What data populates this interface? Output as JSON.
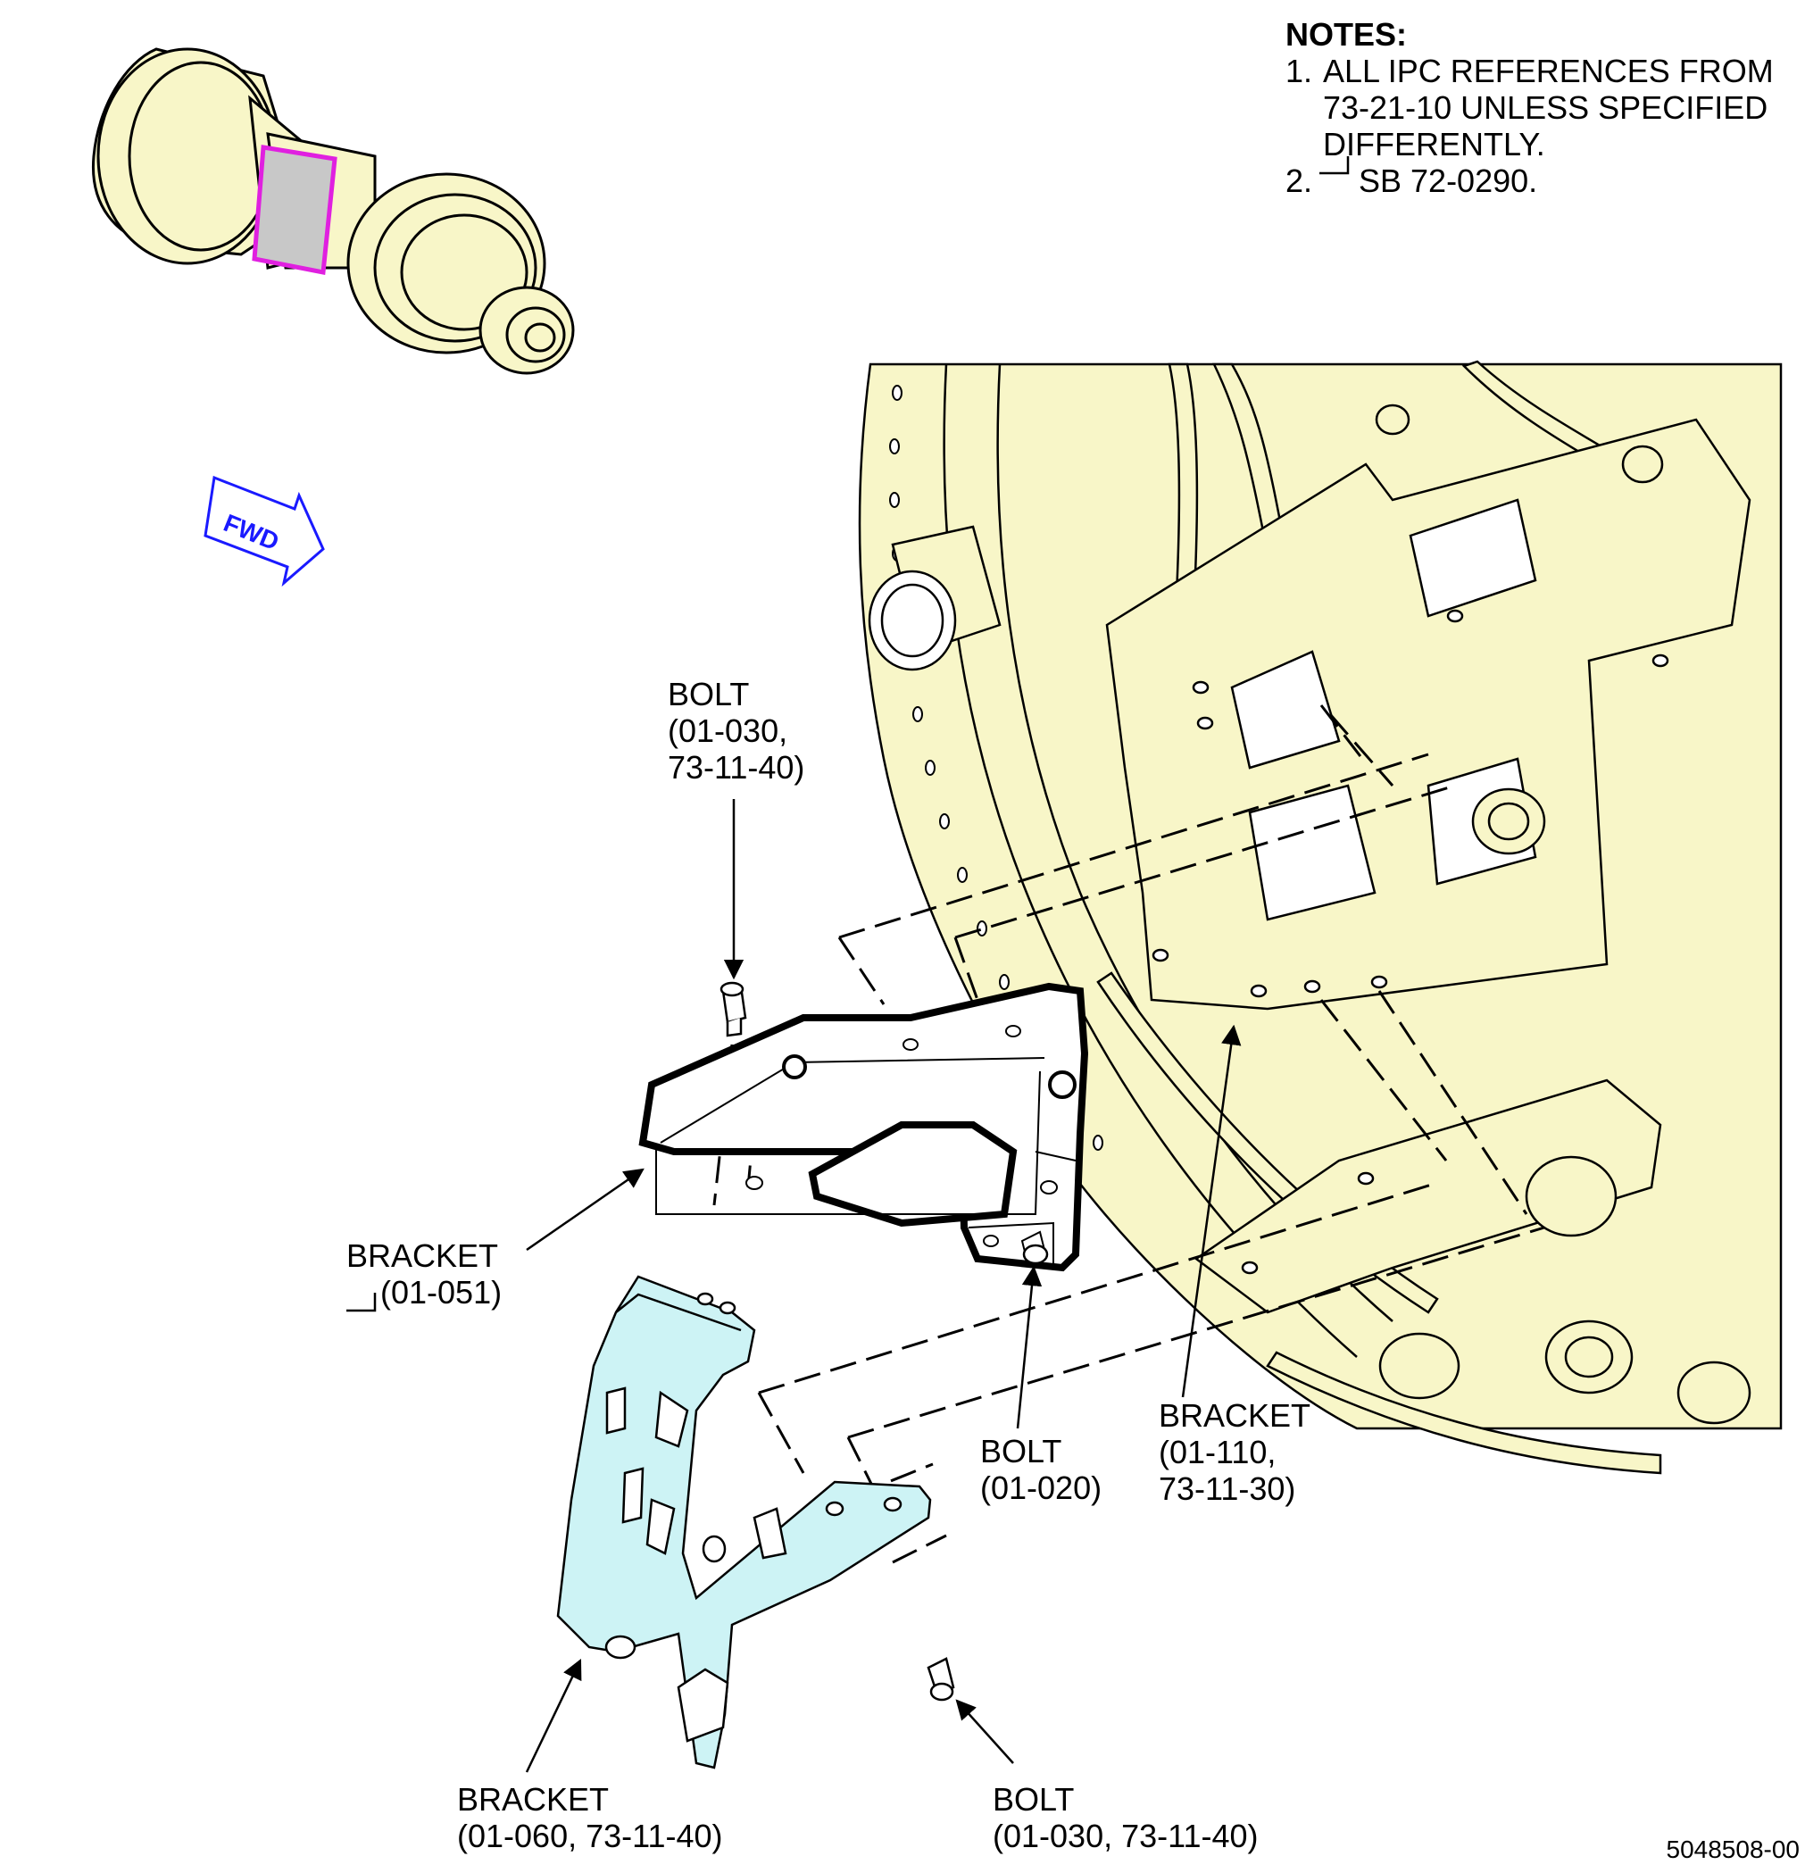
{
  "notes": {
    "heading": "NOTES:",
    "items": [
      {
        "num": "1.",
        "text": "ALL IPC REFERENCES FROM 73-21-10 UNLESS SPECIFIED DIFFERENTLY."
      },
      {
        "num": "2.",
        "text": "SB 72-0290."
      }
    ]
  },
  "fwd_label": "FWD",
  "callouts": {
    "bolt_top": {
      "l1": "BOLT",
      "l2": "(01-030,",
      "l3": "73-11-40)"
    },
    "bracket_051": {
      "l1": "BRACKET",
      "l2": "(01-051)"
    },
    "bolt_020": {
      "l1": "BOLT",
      "l2": "(01-020)"
    },
    "bracket_110": {
      "l1": "BRACKET",
      "l2": "(01-110,",
      "l3": "73-11-30)"
    },
    "bracket_060": {
      "l1": "BRACKET",
      "l2": "(01-060, 73-11-40)"
    },
    "bolt_bottom": {
      "l1": "BOLT",
      "l2": "(01-030, 73-11-40)"
    }
  },
  "figure_id": "5048508-00",
  "colors": {
    "engine_fill": "#f8f6c8",
    "locator_highlight": "#e020e0",
    "locator_band": "#c8c8c8",
    "fwd_arrow": "#1a1aff",
    "bracket_060_fill": "#cdf3f5",
    "line": "#000000"
  }
}
